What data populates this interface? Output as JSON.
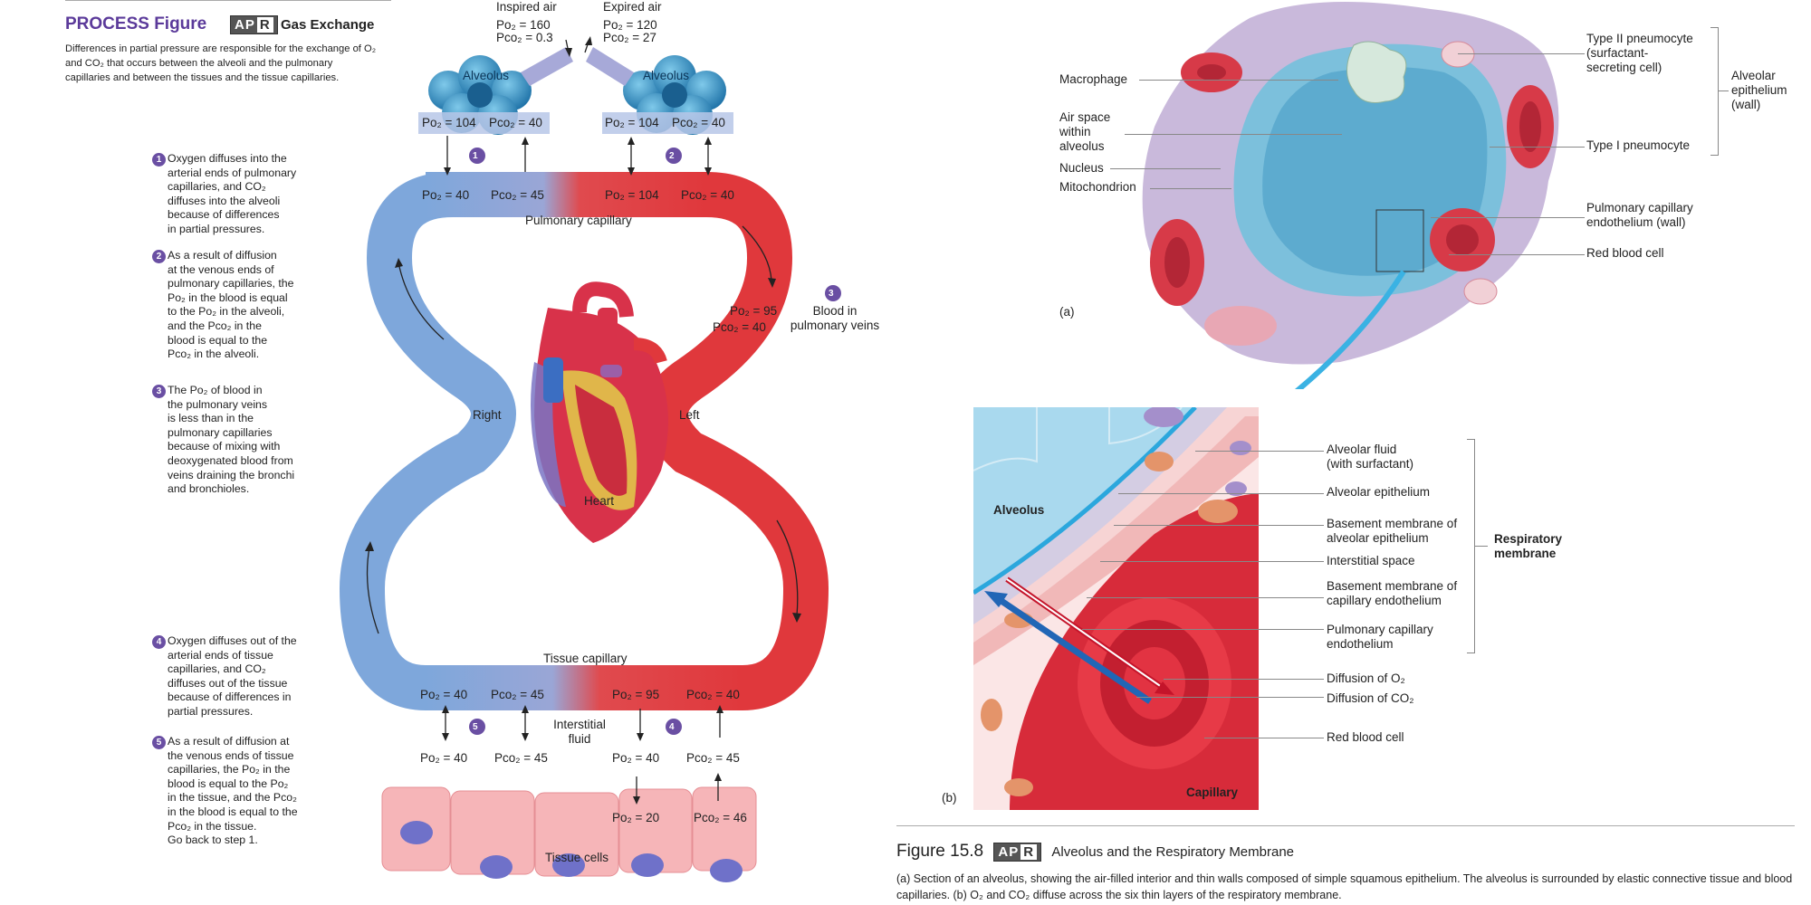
{
  "left_panel": {
    "process_label": "PROCESS Figure",
    "apr_a": "AP",
    "apr_b": "R",
    "heading": "Gas Exchange",
    "intro": "Differences in partial pressure are responsible for the exchange of O₂ and CO₂ that occurs between the alveoli and the pulmonary capillaries and between the tissues and the tissue capillaries.",
    "steps": [
      {
        "n": "1",
        "text": "Oxygen diffuses into the\narterial ends of pulmonary\ncapillaries, and CO₂\ndiffuses into the alveoli\nbecause of differences\nin partial pressures."
      },
      {
        "n": "2",
        "text": "As a result of diffusion\nat the venous ends of\npulmonary capillaries, the\nPo₂ in the blood is equal\nto the Po₂ in the alveoli,\nand the Pco₂ in the\nblood is equal to the\nPco₂ in the alveoli."
      },
      {
        "n": "3",
        "text": "The Po₂ of blood in\nthe pulmonary veins\nis less than in the\npulmonary capillaries\nbecause of mixing with\ndeoxygenated blood from\nveins draining the bronchi\nand bronchioles."
      },
      {
        "n": "4",
        "text": "Oxygen diffuses out of the\narterial ends of tissue\ncapillaries, and CO₂\ndiffuses out of the tissue\nbecause of differences in\npartial pressures."
      },
      {
        "n": "5",
        "text": "As a result of diffusion at\nthe venous ends of tissue\ncapillaries, the Po₂ in the\nblood is equal to the Po₂\nin the tissue, and the Pco₂\nin the blood is equal to the\nPco₂ in the tissue.\nGo back to step 1."
      }
    ]
  },
  "loop_diagram": {
    "inspired_title": "Inspired air",
    "inspired_po2": "Po₂ = 160",
    "inspired_pco2": "Pco₂ = 0.3",
    "expired_title": "Expired air",
    "expired_po2": "Po₂ = 120",
    "expired_pco2": "Pco₂ = 27",
    "alveolus": "Alveolus",
    "alv_po2": "Po₂ = 104",
    "alv_pco2": "Pco₂ = 40",
    "pc_left_po2": "Po₂ = 40",
    "pc_left_pco2": "Pco₂ = 45",
    "pc_right_po2": "Po₂ = 104",
    "pc_right_pco2": "Pco₂ = 40",
    "pulmonary_capillary": "Pulmonary capillary",
    "vein_po2": "Po₂ = 95",
    "vein_pco2": "Pco₂ = 40",
    "blood_in_pv": "Blood in\npulmonary veins",
    "step3": "3",
    "right": "Right",
    "left": "Left",
    "heart": "Heart",
    "tissue_capillary": "Tissue capillary",
    "tc_po2_a": "Po₂ = 40",
    "tc_pco2_a": "Pco₂ = 45",
    "tc_po2_b": "Po₂ = 95",
    "tc_pco2_b": "Pco₂ = 40",
    "interstitial": "Interstitial\nfluid",
    "step5": "5",
    "step4": "4",
    "step1": "1",
    "step2": "2",
    "if_po2_a": "Po₂ = 40",
    "if_pco2_a": "Pco₂ = 45",
    "if_po2_b": "Po₂ = 40",
    "if_pco2_b": "Pco₂ = 45",
    "cell_po2": "Po₂ = 20",
    "cell_pco2": "Pco₂ = 46",
    "tissue_cells": "Tissue cells"
  },
  "panel_a": {
    "tag": "(a)",
    "labels_left": [
      "Macrophage",
      "Air space\nwithin\nalveolus",
      "Nucleus",
      "Mitochondrion"
    ],
    "labels_right": [
      "Type II pneumocyte\n(surfactant-\nsecreting cell)",
      "Type I pneumocyte",
      "Pulmonary capillary\nendothelium (wall)",
      "Red blood cell"
    ],
    "bracket_label": "Alveolar\nepithelium\n(wall)"
  },
  "panel_b": {
    "tag": "(b)",
    "alveolus": "Alveolus",
    "capillary": "Capillary",
    "labels": [
      "Alveolar fluid\n(with surfactant)",
      "Alveolar epithelium",
      "Basement membrane of\nalveolar epithelium",
      "Interstitial space",
      "Basement membrane of\ncapillary endothelium",
      "Pulmonary capillary\nendothelium",
      "Diffusion of O₂",
      "Diffusion of CO₂",
      "Red blood cell"
    ],
    "bracket_label": "Respiratory\nmembrane"
  },
  "figure": {
    "number": "Figure 15.8",
    "apr_a": "AP",
    "apr_b": "R",
    "title": "Alveolus and the Respiratory Membrane",
    "caption": "(a) Section of an alveolus, showing the air-filled interior and thin walls composed of simple squamous epithelium. The alveolus is surrounded by elastic connective tissue and blood capillaries. (b) O₂ and CO₂ diffuse across the six thin layers of the respiratory membrane."
  },
  "colors": {
    "venous": "#7ea7db",
    "arterial": "#e0383c",
    "accent": "#6a4fa3",
    "alveolar_fluid": "#a9d9ee"
  }
}
